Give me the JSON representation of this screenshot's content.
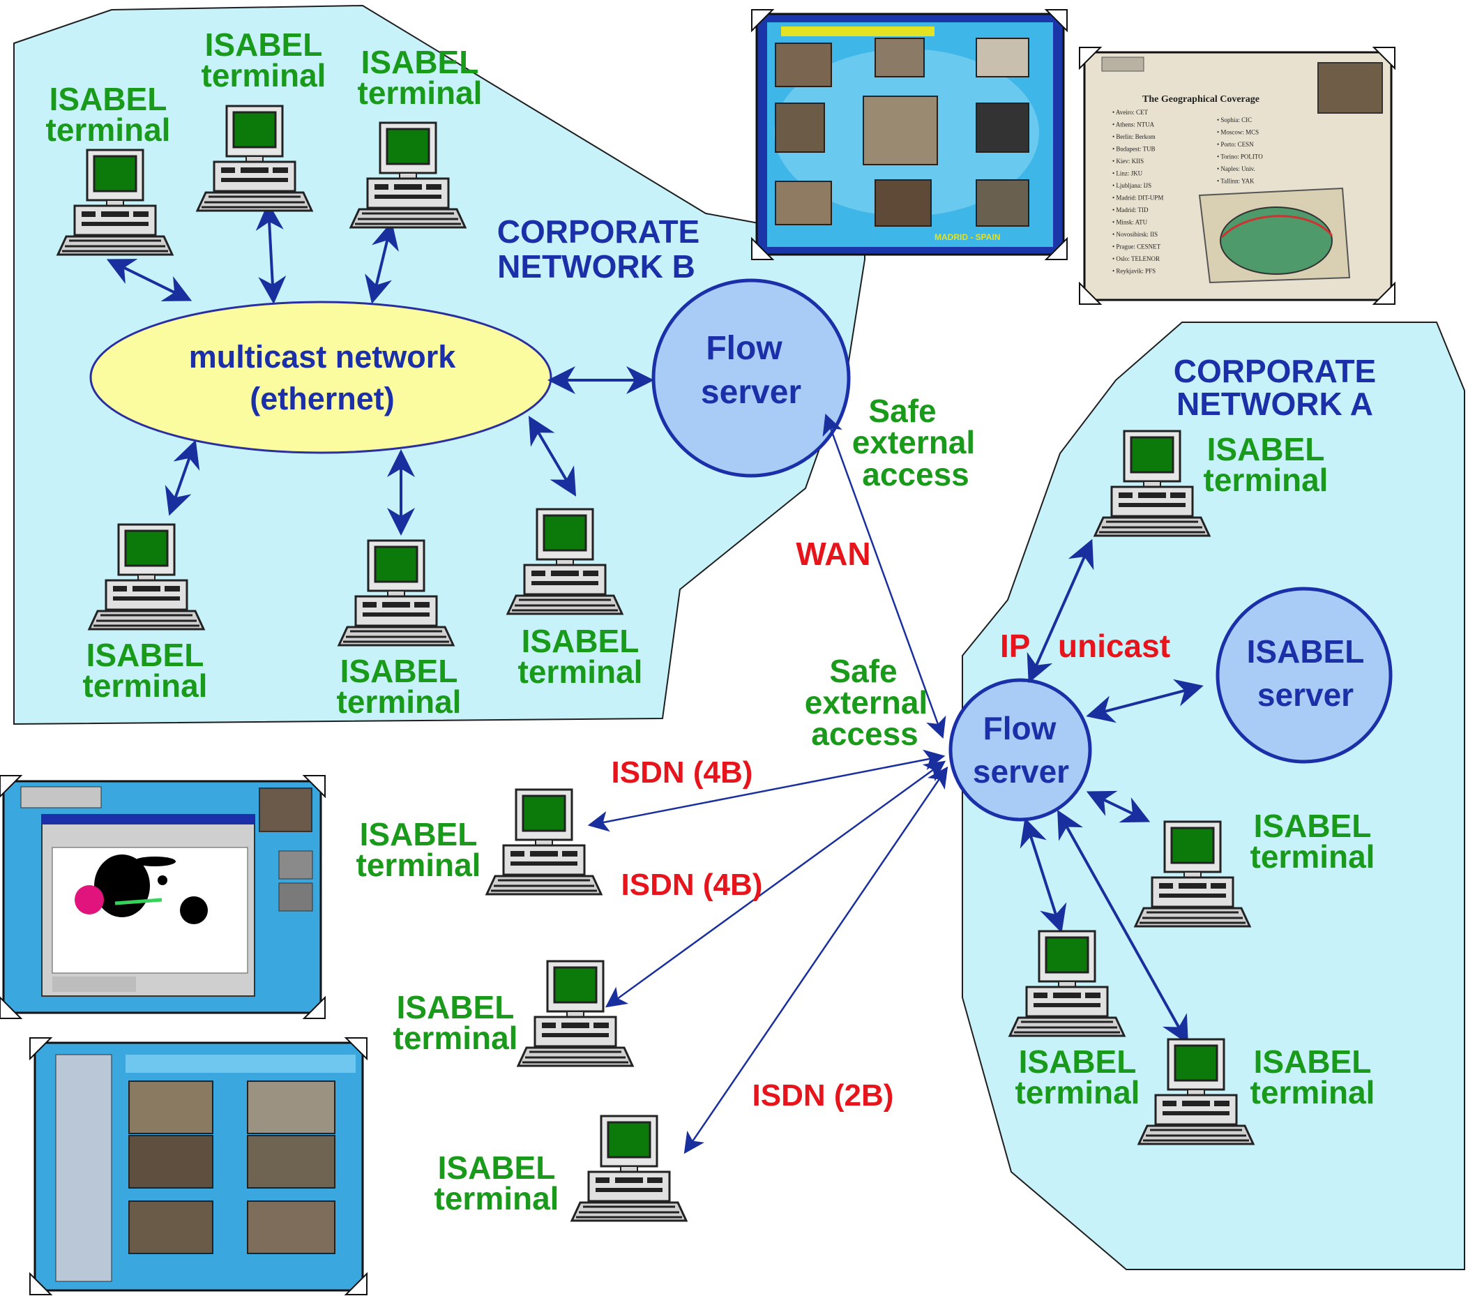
{
  "colors": {
    "region_fill": "#c8f2fa",
    "server_fill": "#a9ccf7",
    "ellipse_fill": "#fbfca0",
    "terminal_label": "#1a9a1a",
    "link_label": "#e8141c",
    "arrow": "#1a2f9e",
    "screen_green": "#0b7a0b"
  },
  "network_b": {
    "title_line1": "CORPORATE",
    "title_line2": "NETWORK B",
    "multicast_line1": "multicast network",
    "multicast_line2": "(ethernet)",
    "flow_server_line1": "Flow",
    "flow_server_line2": "server"
  },
  "network_a": {
    "title_line1": "CORPORATE",
    "title_line2": "NETWORK A",
    "flow_server_line1": "Flow",
    "flow_server_line2": "server",
    "isabel_server_line1": "ISABEL",
    "isabel_server_line2": "server",
    "ip_label": "IP",
    "unicast_label": "unicast"
  },
  "terminal": {
    "line1": "ISABEL",
    "line2": "terminal"
  },
  "links": {
    "safe_access_line1": "Safe",
    "safe_access_line2": "external",
    "safe_access_line3": "access",
    "wan": "WAN",
    "isdn_4b": "ISDN (4B)",
    "isdn_2b": "ISDN (2B)"
  },
  "screenshots": {
    "geo_title": "The Geographical Coverage",
    "geo_items_left": [
      "Aveiro: CET",
      "Athens: NTUA",
      "Berlin: Berkom",
      "Budapest: TUB",
      "Kiev: KIIS",
      "Linz: JKU",
      "Ljubljana: IJS",
      "Madrid: DIT-UPM",
      "Madrid: TID",
      "Minsk: ATU",
      "Novosibirsk: IIS",
      "Prague: CESNET",
      "Oslo: TELENOR",
      "Reykjavik: PFS"
    ],
    "geo_items_right": [
      "Sophia: CIC",
      "Moscow: MCS",
      "Porto: CESN",
      "Torino: POLITO",
      "Naples: Univ.",
      "Tallinn: YAK"
    ],
    "madrid_label": "MADRID - SPAIN"
  },
  "icons": [
    "computer-icon",
    "globe-icon",
    "camera-icon"
  ]
}
